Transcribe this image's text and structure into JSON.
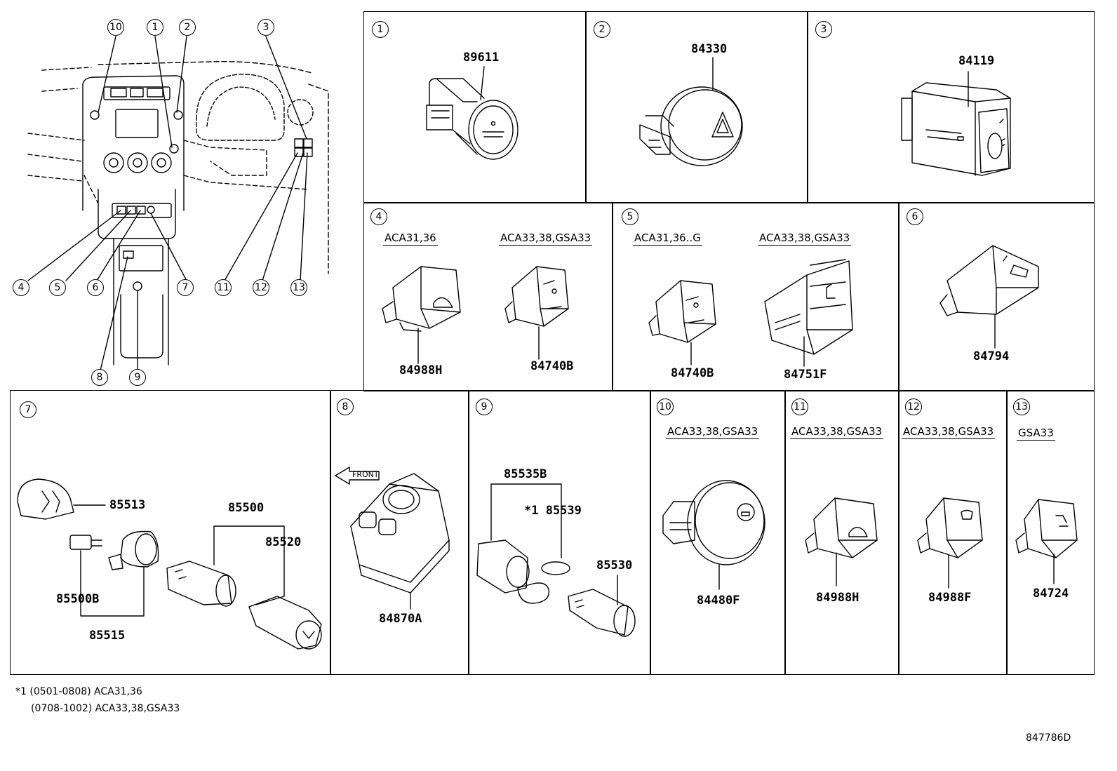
{
  "callouts": {
    "c1": "1",
    "c2": "2",
    "c3": "3",
    "c4": "4",
    "c5": "5",
    "c6": "6",
    "c7": "7",
    "c8": "8",
    "c9": "9",
    "c10": "10",
    "c11": "11",
    "c12": "12",
    "c13": "13"
  },
  "panels": {
    "p1": {
      "number": "1",
      "parts": [
        "89611"
      ]
    },
    "p2": {
      "number": "2",
      "parts": [
        "84330"
      ]
    },
    "p3": {
      "number": "3",
      "parts": [
        "84119"
      ]
    },
    "p4": {
      "number": "4",
      "variants": [
        "ACA31,36",
        "ACA33,38,GSA33"
      ],
      "parts": [
        "84988H",
        "84740B"
      ]
    },
    "p5": {
      "number": "5",
      "variants": [
        "ACA31,36..G",
        "ACA33,38,GSA33"
      ],
      "parts": [
        "84740B",
        "84751F"
      ]
    },
    "p6": {
      "number": "6",
      "parts": [
        "84794"
      ]
    },
    "p7": {
      "number": "7",
      "parts": [
        "85513",
        "85500",
        "85520",
        "85500B",
        "85515"
      ]
    },
    "p8": {
      "number": "8",
      "parts": [
        "84870A"
      ],
      "front_label": "FRONT"
    },
    "p9": {
      "number": "9",
      "parts": [
        "85535B",
        "*1 85539",
        "85530"
      ]
    },
    "p10": {
      "number": "10",
      "variants": [
        "ACA33,38,GSA33"
      ],
      "parts": [
        "84480F"
      ]
    },
    "p11": {
      "number": "11",
      "variants": [
        "ACA33,38,GSA33"
      ],
      "parts": [
        "84988H"
      ]
    },
    "p12": {
      "number": "12",
      "variants": [
        "ACA33,38,GSA33"
      ],
      "parts": [
        "84988F"
      ]
    },
    "p13": {
      "number": "13",
      "variants": [
        "GSA33"
      ],
      "parts": [
        "84724"
      ]
    }
  },
  "footnotes": [
    "*1 (0501-0808) ACA31,36",
    "(0708-1002) ACA33,38,GSA33"
  ],
  "figure_ref": "847786D",
  "icons": {
    "hazard": "hazard-triangle-icon",
    "push_start": "engine-start-icon",
    "dac": "downhill-assist-icon",
    "seat_heater": "seat-heater-icon",
    "defog": "rear-defogger-icon",
    "vsc_off": "vsc-off-icon"
  }
}
